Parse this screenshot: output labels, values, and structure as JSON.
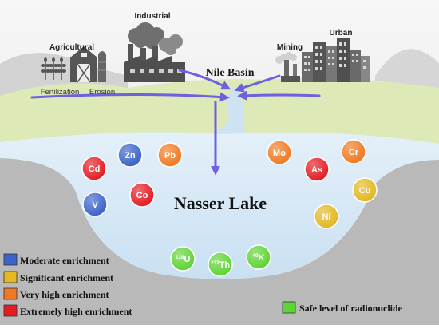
{
  "labels": {
    "industrial": "Industrial",
    "agricultural": "Agricultural",
    "fertilization": "Fertilization",
    "erosion": "Erosion",
    "mining": "Mining",
    "urban": "Urban",
    "nile_basin": "Nile Basin",
    "lake": "Nasser Lake"
  },
  "elements": {
    "cd": "Cd",
    "zn": "Zn",
    "pb": "Pb",
    "mo": "Mo",
    "cr": "Cr",
    "as": "As",
    "co": "Co",
    "cu": "Cu",
    "v": "V",
    "ni": "Ni"
  },
  "radionuclides": {
    "u_mass": "238",
    "u_symbol": "U",
    "th_mass": "232",
    "th_symbol": "Th",
    "k_mass": "40",
    "k_symbol": "K"
  },
  "legend": {
    "moderate": "Moderate enrichment",
    "significant": "Significant enrichment",
    "very_high": "Very high enrichment",
    "extremely_high": "Extremely high enrichment",
    "safe": "Safe level of radionuclide"
  },
  "colors": {
    "moderate": "#3b63c9",
    "significant": "#e2b823",
    "very_high": "#ef7a23",
    "extremely_high": "#e41d23",
    "safe": "#5fd435",
    "arrow": "#6f60e0",
    "lake": "#d6e8f6",
    "ground": "#b9b9b9",
    "grass": "#dde9b6"
  }
}
